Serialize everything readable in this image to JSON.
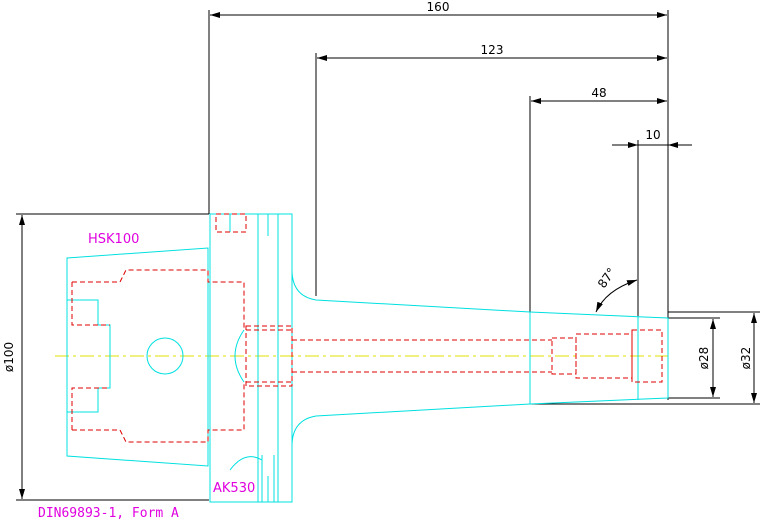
{
  "drawing": {
    "dimensions": {
      "overall_length": "160",
      "gauge_length": "123",
      "taper_length": "48",
      "tip_length": "10",
      "angle": "87°",
      "flange_diameter": "ø100",
      "bore_diameter": "ø28",
      "tip_diameter": "ø32"
    },
    "labels": {
      "interface": "HSK100",
      "part_number": "AK530",
      "standard": "DIN69893-1, Form A"
    }
  },
  "colors": {
    "outline": "#00e0e0",
    "hidden": "#e00000",
    "centerline": "#e0e000",
    "dimension": "#000000",
    "text": "#e000e0"
  }
}
